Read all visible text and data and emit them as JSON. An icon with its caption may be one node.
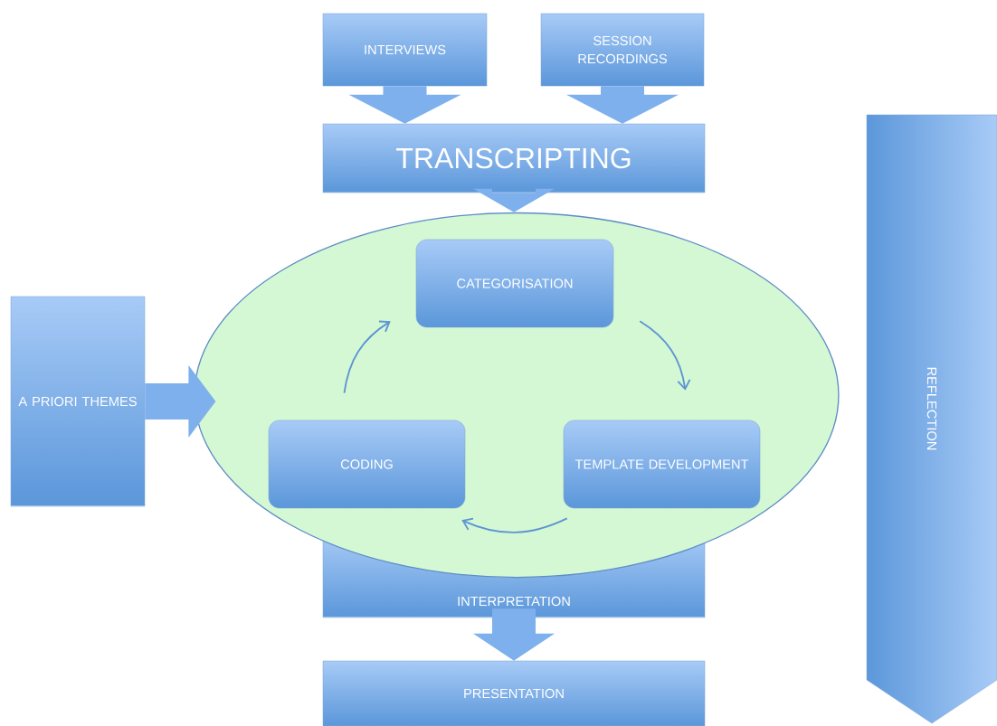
{
  "diagram": {
    "nodes": [
      {
        "text": [
          "INTERVIEWS"
        ]
      },
      {
        "text": [
          "SESSION RECORDINGS"
        ]
      },
      {
        "text": [
          "TRANSCRIPTING"
        ]
      },
      {
        "text": [],
        "shape": "ellipse"
      },
      {
        "text": [
          "CATEGORISATION"
        ],
        "in": 3
      },
      {
        "text": [
          "TEMPLATE DEVELOPMENT"
        ],
        "in": 3
      },
      {
        "text": [
          "CODING"
        ],
        "in": 3
      },
      {
        "text": [
          "A PRIORI THEMES"
        ]
      },
      {
        "text": [
          "INTERPRETATION"
        ]
      },
      {
        "text": [
          "PRESENTATION"
        ]
      },
      {
        "text": [
          "REFLECTION"
        ]
      }
    ],
    "edges": [
      {
        "from": 0,
        "to": 2,
        "arrow": "to",
        "style": "thick"
      },
      {
        "from": 1,
        "to": 2,
        "arrow": "to",
        "style": "thick"
      },
      {
        "from": 2,
        "to": 3,
        "arrow": "to",
        "style": "thick"
      },
      {
        "from": 7,
        "to": 3,
        "arrow": "to",
        "style": "thick"
      },
      {
        "from": 4,
        "to": 5,
        "arrow": "to"
      },
      {
        "from": 5,
        "to": 6,
        "arrow": "to"
      },
      {
        "from": 6,
        "to": 4,
        "arrow": "to"
      },
      {
        "from": 8,
        "to": 9,
        "arrow": "to",
        "style": "thick"
      }
    ]
  }
}
